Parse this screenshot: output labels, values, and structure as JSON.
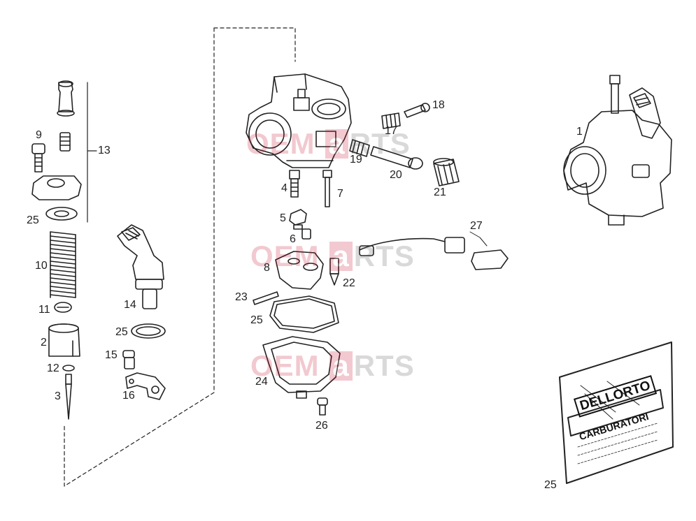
{
  "callouts": [
    {
      "id": "c1",
      "text": "1"
    },
    {
      "id": "c2",
      "text": "2"
    },
    {
      "id": "c3",
      "text": "3"
    },
    {
      "id": "c4",
      "text": "4"
    },
    {
      "id": "c5",
      "text": "5"
    },
    {
      "id": "c6",
      "text": "6"
    },
    {
      "id": "c7",
      "text": "7"
    },
    {
      "id": "c8",
      "text": "8"
    },
    {
      "id": "c9",
      "text": "9"
    },
    {
      "id": "c10",
      "text": "10"
    },
    {
      "id": "c11",
      "text": "11"
    },
    {
      "id": "c12",
      "text": "12"
    },
    {
      "id": "c13",
      "text": "13"
    },
    {
      "id": "c14",
      "text": "14"
    },
    {
      "id": "c15",
      "text": "15"
    },
    {
      "id": "c16",
      "text": "16"
    },
    {
      "id": "c17",
      "text": "17"
    },
    {
      "id": "c18",
      "text": "18"
    },
    {
      "id": "c19",
      "text": "19"
    },
    {
      "id": "c20",
      "text": "20"
    },
    {
      "id": "c21",
      "text": "21"
    },
    {
      "id": "c22",
      "text": "22"
    },
    {
      "id": "c23",
      "text": "23"
    },
    {
      "id": "c24",
      "text": "24"
    },
    {
      "id": "c25a",
      "text": "25"
    },
    {
      "id": "c25b",
      "text": "25"
    },
    {
      "id": "c25c",
      "text": "25"
    },
    {
      "id": "c25d",
      "text": "25"
    },
    {
      "id": "c26",
      "text": "26"
    },
    {
      "id": "c27",
      "text": "27"
    }
  ],
  "booklet": {
    "brand": "DELLORTO",
    "subtitle": "CARBURATORI"
  },
  "watermark": {
    "prefix": "OEM",
    "mark": "a",
    "suffix": "RTS"
  },
  "colors": {
    "line": "#222222",
    "dash": "#333333",
    "watermark_red": "#c8102e",
    "watermark_grey": "#555555"
  }
}
